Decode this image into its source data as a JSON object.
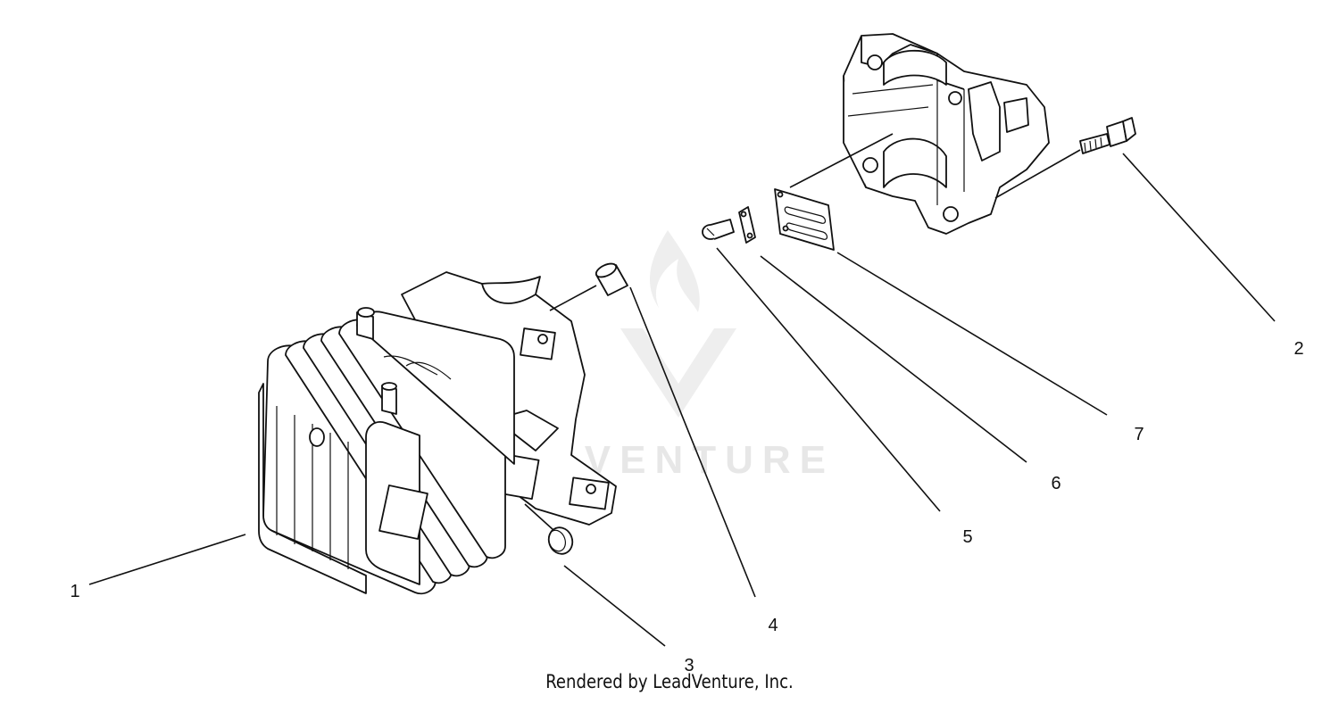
{
  "callouts": [
    "1",
    "2",
    "3",
    "4",
    "5",
    "6",
    "7"
  ],
  "watermark": {
    "text": "LEADVENTURE",
    "color": "#bdbdbd"
  },
  "credit": "Rendered by LeadVenture, Inc.",
  "colors": {
    "line": "#111111",
    "background": "#ffffff"
  }
}
